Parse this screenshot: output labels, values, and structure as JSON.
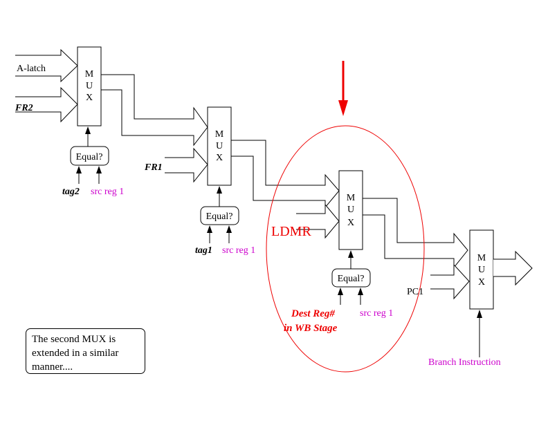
{
  "labels": {
    "a_latch": "A-latch",
    "fr2": "FR2",
    "fr1": "FR1",
    "pc1": "PC1",
    "ldmr": "LDMR",
    "tag2": "tag2",
    "tag1": "tag1",
    "src_reg_1": "src reg 1",
    "dest_reg_line1": "Dest Reg#",
    "dest_reg_line2": "in WB Stage",
    "branch_instruction": "Branch Instruction"
  },
  "mux": {
    "m": "M",
    "u": "U",
    "x": "X"
  },
  "equal_label": "Equal?",
  "note": "The second MUX is extended in a similar manner....",
  "colors": {
    "highlight": "#ee0000",
    "source_label": "#cc00cc",
    "line": "#000000"
  }
}
